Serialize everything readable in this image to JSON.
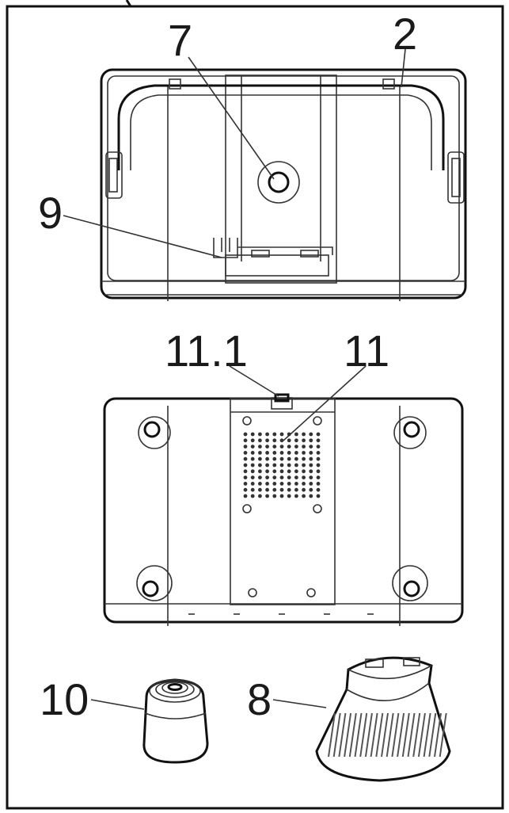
{
  "callouts": {
    "c2": "2",
    "c7": "7",
    "c9": "9",
    "c11_1": "11.1",
    "c11": "11",
    "c10": "10",
    "c8": "8"
  },
  "colors": {
    "line": "#222222",
    "background": "#ffffff"
  }
}
